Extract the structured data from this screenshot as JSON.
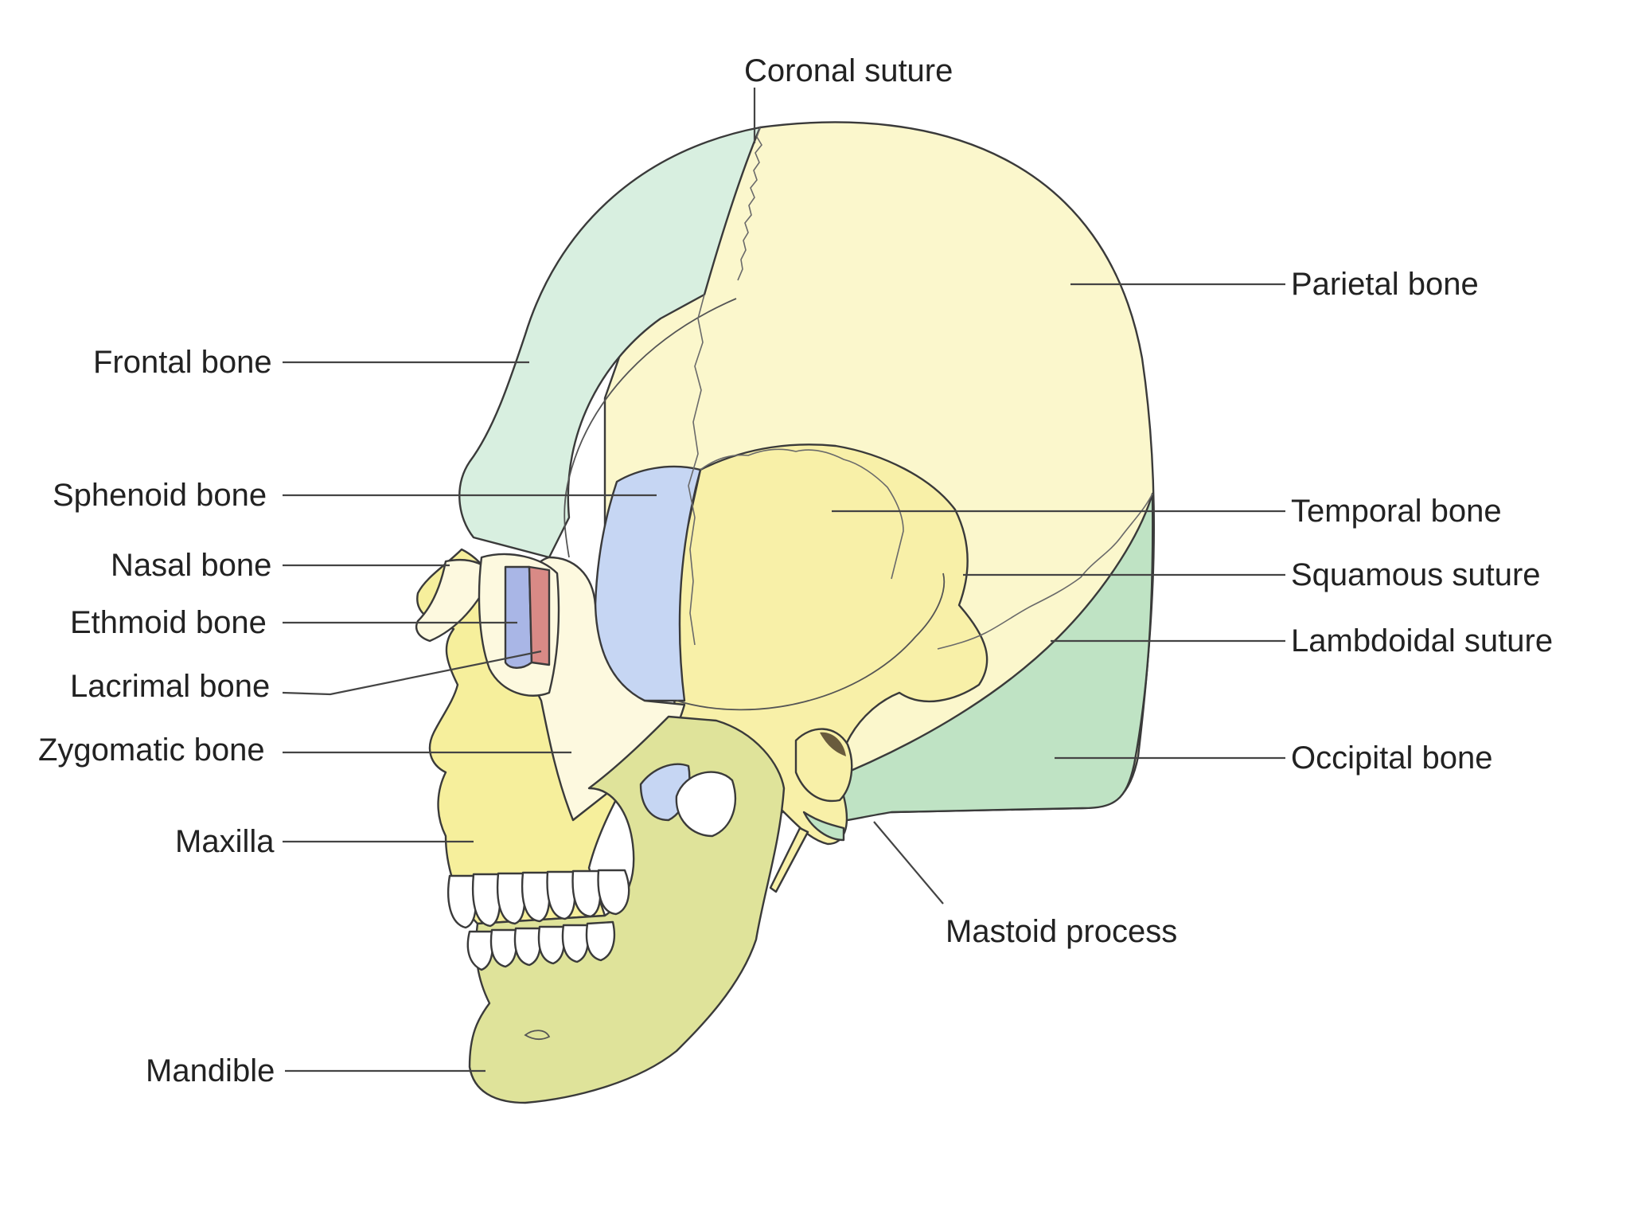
{
  "labels": {
    "coronal_suture": "Coronal suture",
    "parietal_bone": "Parietal bone",
    "frontal_bone": "Frontal bone",
    "sphenoid_bone": "Sphenoid bone",
    "temporal_bone": "Temporal bone",
    "squamous_suture": "Squamous suture",
    "nasal_bone": "Nasal bone",
    "ethmoid_bone": "Ethmoid bone",
    "lambdoidal_suture": "Lambdoidal suture",
    "lacrimal_bone": "Lacrimal bone",
    "zygomatic_bone": "Zygomatic bone",
    "occipital_bone": "Occipital bone",
    "maxilla": "Maxilla",
    "mastoid_process": "Mastoid process",
    "mandible": "Mandible"
  },
  "colors": {
    "frontal": "#d8efe0",
    "parietal": "#fbf7cc",
    "temporal": "#f8f0a8",
    "occipital": "#bfe3c4",
    "sphenoid": "#c6d6f3",
    "ethmoid": "#a9b6e6",
    "lacrimal": "#d98a86",
    "maxilla": "#f6ef9c",
    "zygomatic": "#fdf9df",
    "mandible": "#dfe39a",
    "teeth": "#ffffff"
  }
}
